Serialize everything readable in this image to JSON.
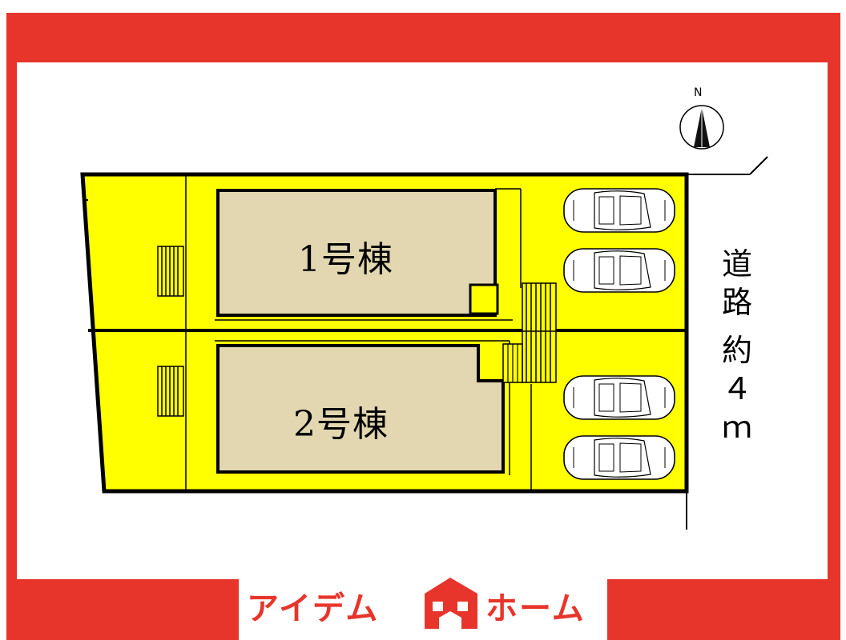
{
  "north_label": "N",
  "buildings": [
    {
      "label": "1号棟"
    },
    {
      "label": "2号棟"
    }
  ],
  "road": {
    "line1": "道",
    "line2": "路",
    "line3": "約",
    "line4": "４",
    "line5": "ｍ"
  },
  "brand": {
    "left_text": "アイデム",
    "right_text": "ホーム"
  },
  "colors": {
    "frame": "#e8352b",
    "lot": "#ffff00",
    "building": "#e2d7b0",
    "logo_house": "#e8352b"
  },
  "icons": [
    "compass-icon",
    "car-icon",
    "stairs-icon",
    "house-logo-icon"
  ]
}
